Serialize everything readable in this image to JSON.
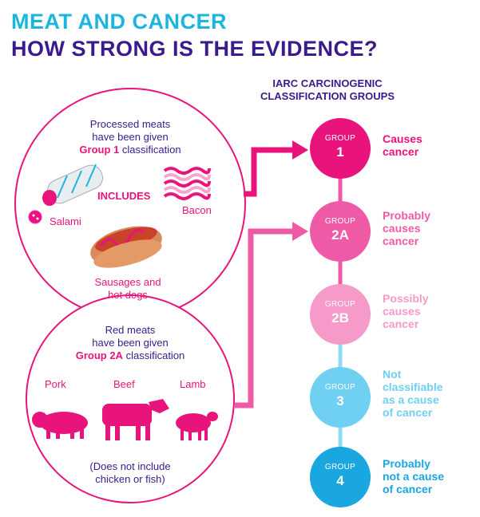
{
  "title_line1": "MEAT AND CANCER",
  "title_line2": "HOW STRONG IS THE EVIDENCE?",
  "iarc_heading": [
    "IARC CARCINOGENIC",
    "CLASSIFICATION GROUPS"
  ],
  "processed": {
    "line1": "Processed meats",
    "line2": "have been given",
    "group_text": "Group 1",
    "classification": "classification",
    "includes": "INCLUDES",
    "items": [
      "Salami",
      "Bacon",
      "Sausages and",
      "hot dogs"
    ]
  },
  "red": {
    "line1": "Red meats",
    "line2": "have been given",
    "group_text": "Group 2A",
    "classification": "classification",
    "animals": [
      "Pork",
      "Beef",
      "Lamb"
    ],
    "note_line1": "(Does not include",
    "note_line2": "chicken or fish)"
  },
  "groups": [
    {
      "label": "GROUP",
      "num": "1",
      "color": "#e8147b",
      "desc": [
        "Causes",
        "cancer"
      ],
      "desc_color": "#e8147b"
    },
    {
      "label": "GROUP",
      "num": "2A",
      "color": "#ef5aa6",
      "desc": [
        "Probably",
        "causes",
        "cancer"
      ],
      "desc_color": "#ef5aa6"
    },
    {
      "label": "GROUP",
      "num": "2B",
      "color": "#f59ac9",
      "desc": [
        "Possibly",
        "causes",
        "cancer"
      ],
      "desc_color": "#f59ac9"
    },
    {
      "label": "GROUP",
      "num": "3",
      "color": "#6fd0f2",
      "desc": [
        "Not",
        "classifiable",
        "as a cause",
        "of cancer"
      ],
      "desc_color": "#6fd0f2"
    },
    {
      "label": "GROUP",
      "num": "4",
      "color": "#1aa6de",
      "desc": [
        "Probably",
        "not a cause",
        "of cancer"
      ],
      "desc_color": "#1aa6de"
    }
  ],
  "colors": {
    "pink": "#e8147b",
    "purple": "#3a1a8c",
    "cyan": "#1cb5e0"
  }
}
